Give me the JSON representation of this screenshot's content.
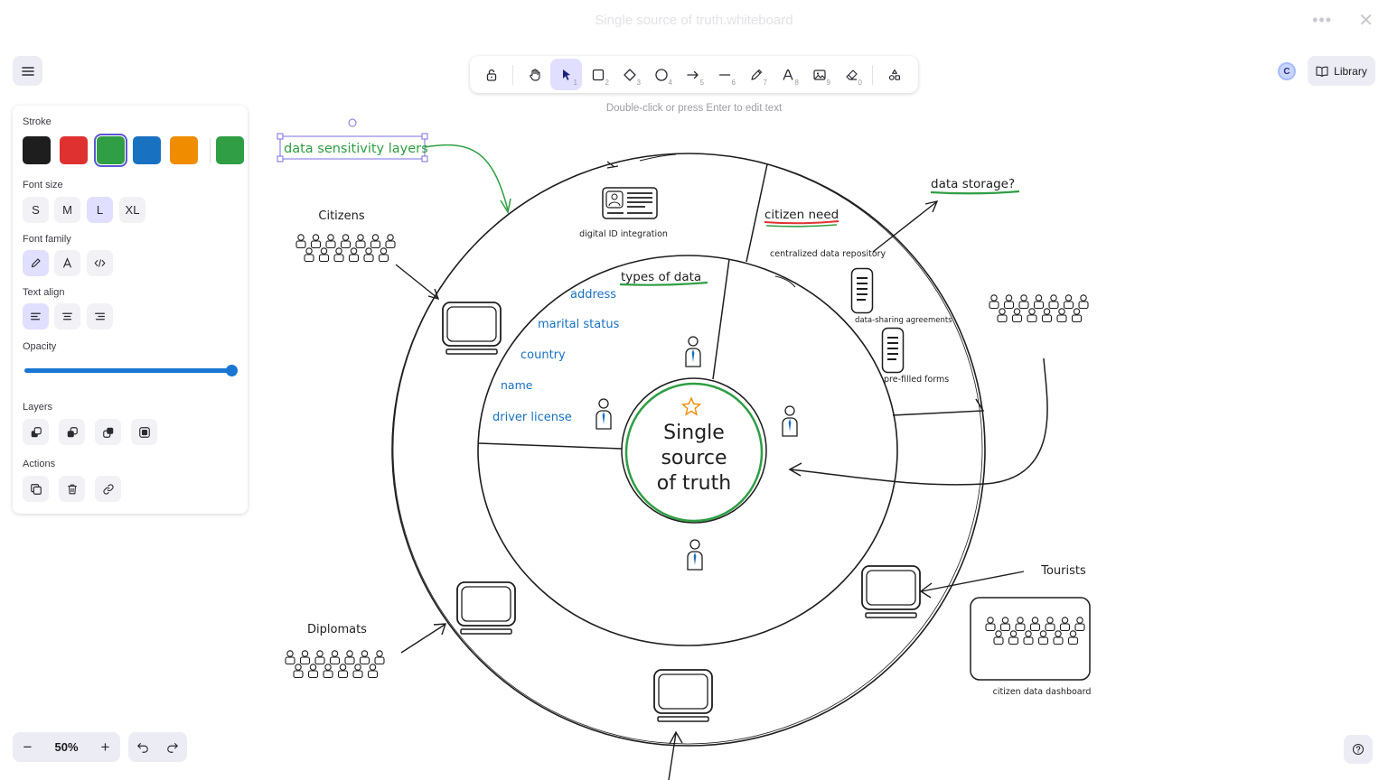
{
  "window": {
    "title": "Single source of truth.whiteboard",
    "more": "•••",
    "close": "✕"
  },
  "toolbar": {
    "tools": [
      {
        "name": "lock",
        "num": ""
      },
      {
        "name": "hand",
        "num": ""
      },
      {
        "name": "selection",
        "num": "1"
      },
      {
        "name": "rectangle",
        "num": "2"
      },
      {
        "name": "diamond",
        "num": "3"
      },
      {
        "name": "ellipse",
        "num": "4"
      },
      {
        "name": "arrow",
        "num": "5"
      },
      {
        "name": "line",
        "num": "6"
      },
      {
        "name": "draw",
        "num": "7"
      },
      {
        "name": "text",
        "num": "8"
      },
      {
        "name": "image",
        "num": "9"
      },
      {
        "name": "eraser",
        "num": "0"
      },
      {
        "name": "extra-tools",
        "num": ""
      }
    ],
    "hint": "Double-click or press Enter to edit text"
  },
  "header_right": {
    "collaborator": "C",
    "library_label": "Library"
  },
  "properties": {
    "stroke_label": "Stroke",
    "stroke_colors": [
      "#1e1e1e",
      "#e03131",
      "#2f9e44",
      "#1971c2",
      "#f08c00"
    ],
    "current_stroke": "#2f9e44",
    "font_size_label": "Font size",
    "font_sizes": [
      "S",
      "M",
      "L",
      "XL"
    ],
    "font_family_label": "Font family",
    "text_align_label": "Text align",
    "opacity_label": "Opacity",
    "opacity_value": 100,
    "layers_label": "Layers",
    "actions_label": "Actions"
  },
  "zoom": {
    "minus": "−",
    "value": "50%",
    "plus": "+"
  },
  "canvas": {
    "selected_text": "data sensitivity layers",
    "center_text": [
      "Single",
      "source",
      "of truth"
    ],
    "labels": {
      "citizens": "Citizens",
      "diplomats": "Diplomats",
      "tourists": "Tourists",
      "data_storage": "data storage?",
      "citizen_need": "citizen need",
      "types_of_data": "types of data",
      "digital_id": "digital ID integration",
      "centralized": "centralized data repository",
      "sharing": "data-sharing agreements",
      "prefilled": "pre-filled forms",
      "dashboard": "citizen data dashboard"
    },
    "data_types": [
      "address",
      "marital status",
      "country",
      "name",
      "driver license"
    ]
  }
}
